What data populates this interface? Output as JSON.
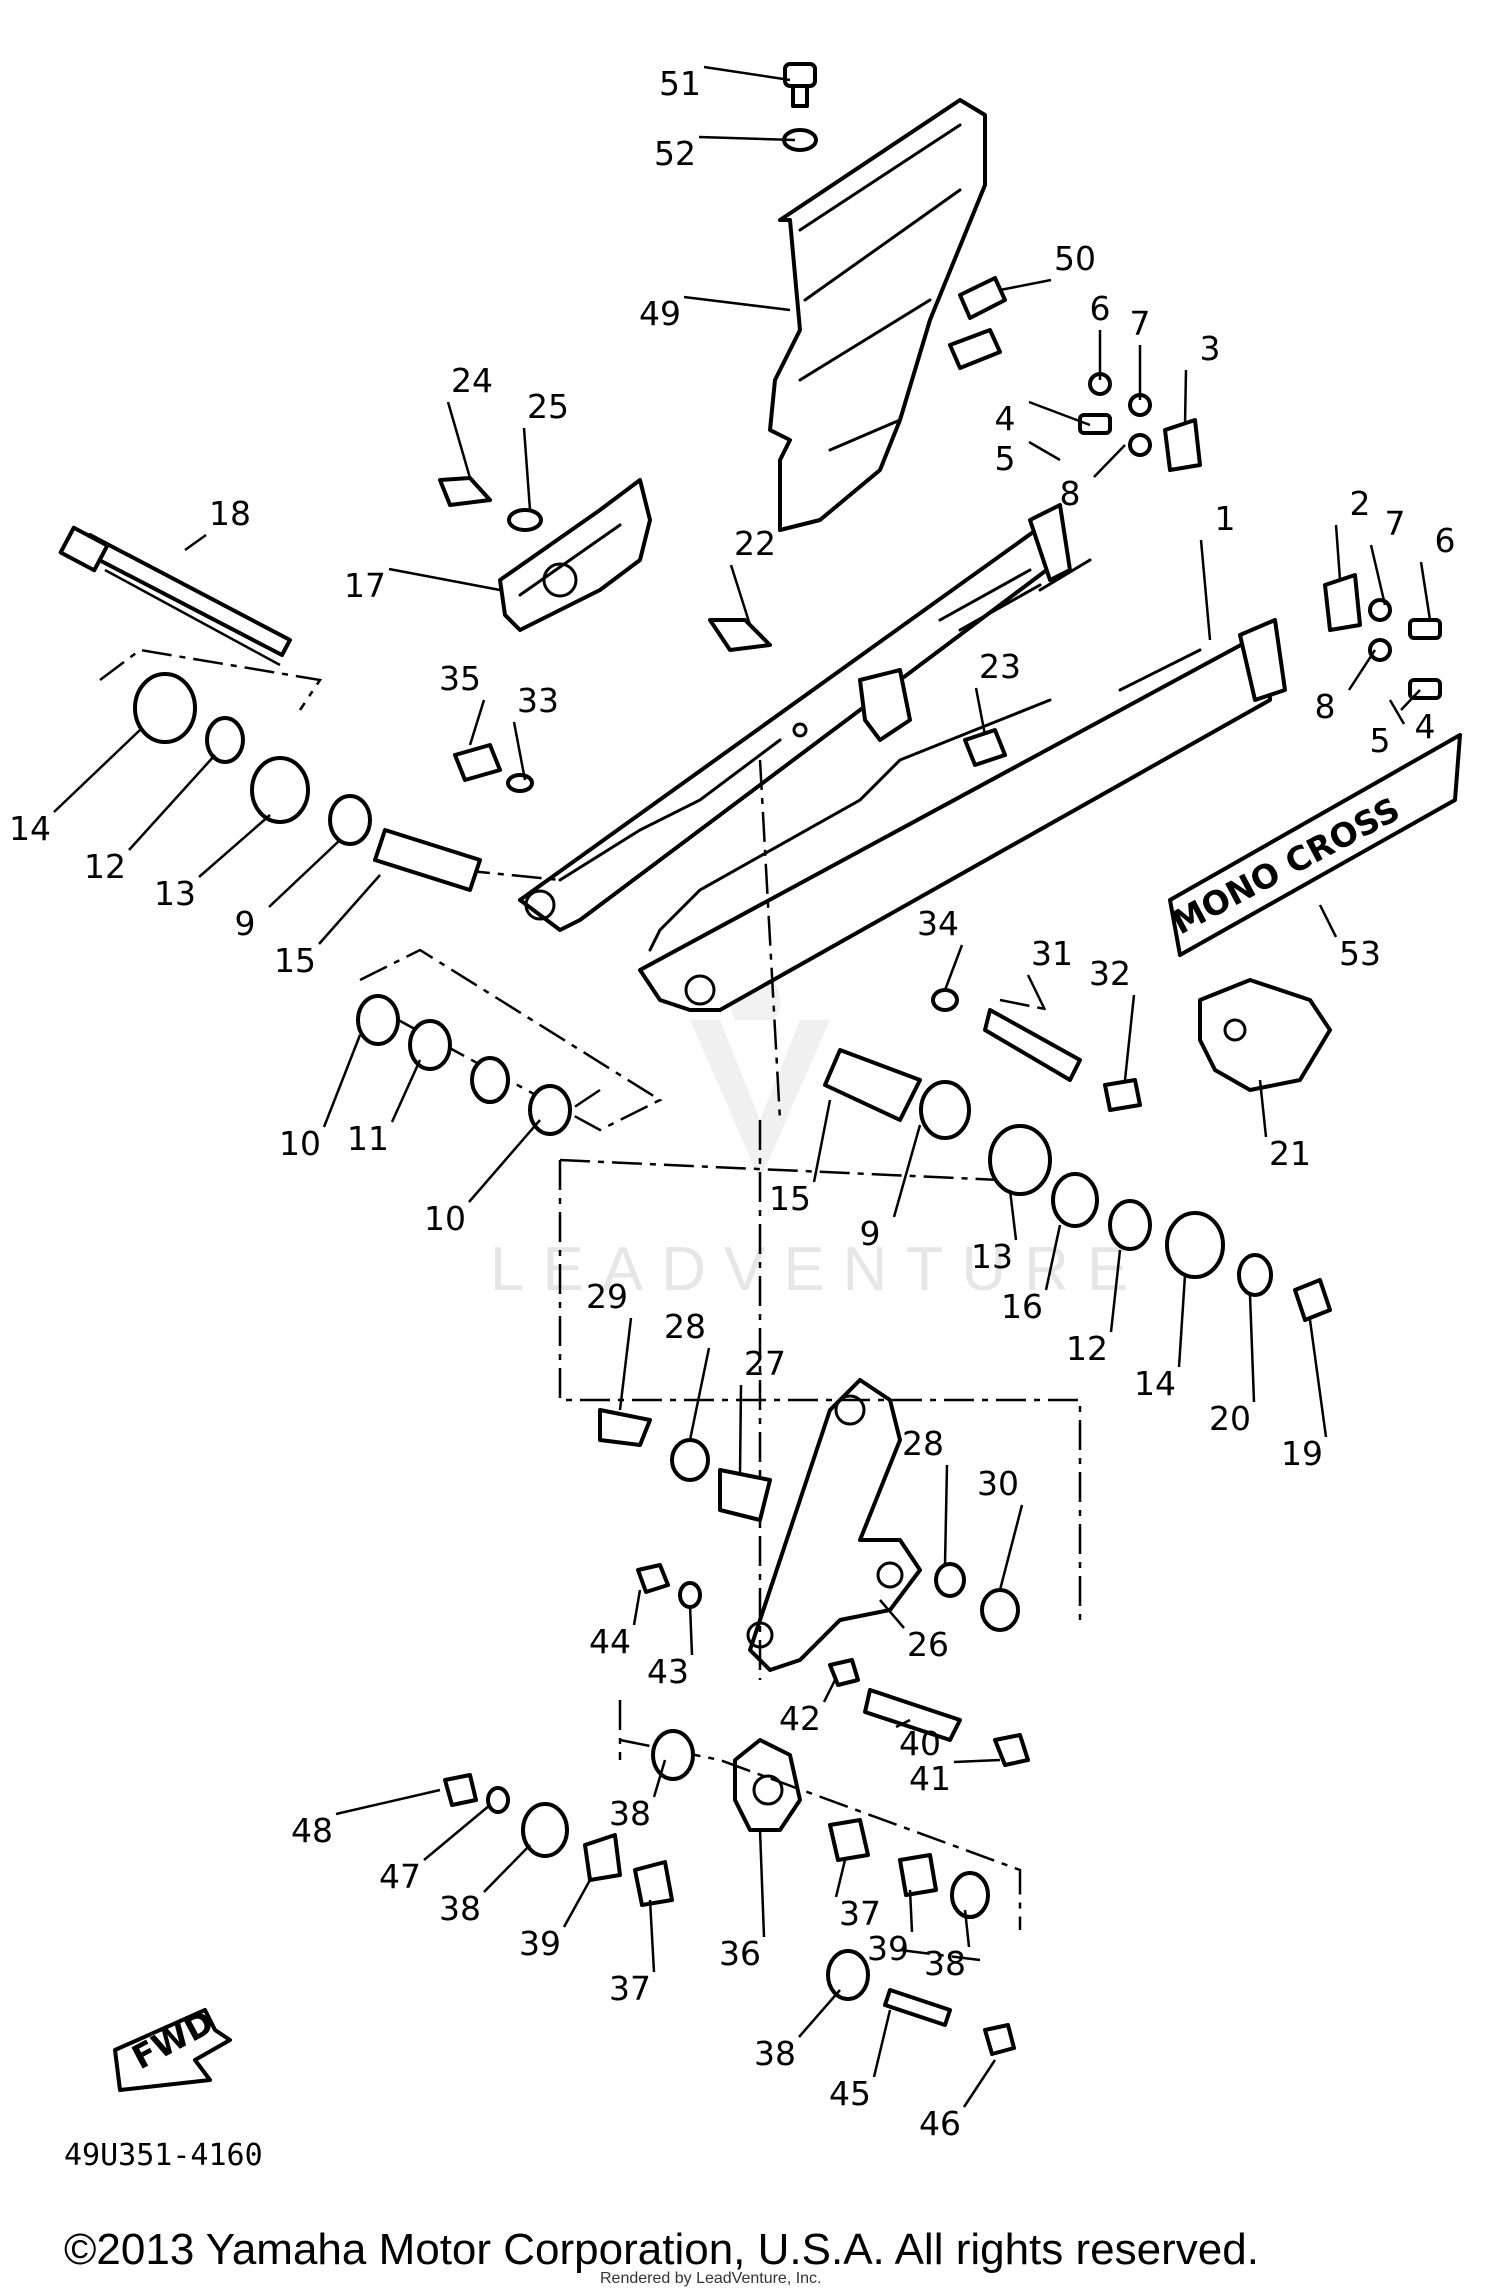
{
  "diagram": {
    "code": "49U351-4160",
    "watermark": "LEADVENTURE",
    "fwd_label": "FWD",
    "decal_text": "MONO CROSS",
    "callouts": [
      "51",
      "52",
      "50",
      "49",
      "6",
      "7",
      "3",
      "4",
      "5",
      "8",
      "24",
      "25",
      "18",
      "17",
      "22",
      "2",
      "7",
      "6",
      "1",
      "23",
      "8",
      "5",
      "4",
      "35",
      "33",
      "14",
      "12",
      "13",
      "9",
      "15",
      "53",
      "34",
      "31",
      "32",
      "10",
      "11",
      "10",
      "21",
      "15",
      "9",
      "13",
      "16",
      "12",
      "14",
      "20",
      "19",
      "29",
      "28",
      "27",
      "28",
      "30",
      "44",
      "43",
      "26",
      "42",
      "40",
      "41",
      "48",
      "47",
      "38",
      "38",
      "39",
      "37",
      "36",
      "37",
      "39",
      "38",
      "38",
      "45",
      "46"
    ]
  },
  "footer": {
    "copyright": "©2013 Yamaha Motor Corporation, U.S.A. All rights reserved.",
    "rendered_by": "Rendered by LeadVenture, Inc."
  }
}
